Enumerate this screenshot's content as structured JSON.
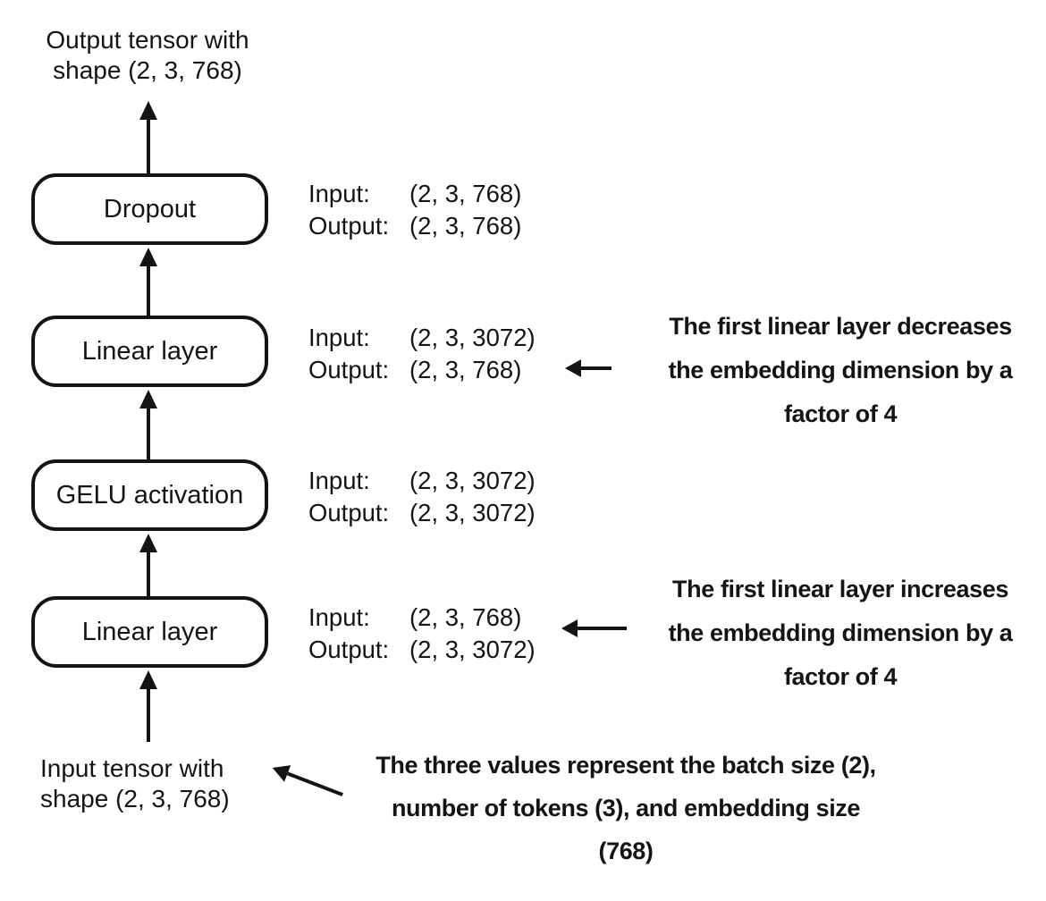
{
  "labels": {
    "output_tensor": [
      "Output tensor with",
      "shape (2, 3, 768)"
    ],
    "input_tensor": [
      "Input tensor with",
      "shape (2, 3, 768)"
    ]
  },
  "io_labels": {
    "input": "Input:",
    "output": "Output:"
  },
  "blocks": [
    {
      "name": "Dropout",
      "input": "(2, 3, 768)",
      "output": "(2, 3, 768)"
    },
    {
      "name": "Linear layer",
      "input": "(2, 3, 3072)",
      "output": "(2, 3, 768)"
    },
    {
      "name": "GELU activation",
      "input": "(2, 3, 3072)",
      "output": "(2, 3, 3072)"
    },
    {
      "name": "Linear layer",
      "input": "(2, 3, 768)",
      "output": "(2, 3, 3072)"
    }
  ],
  "annotations": {
    "decrease": [
      "The first linear layer decreases",
      "the embedding dimension by a",
      "factor of 4"
    ],
    "increase": [
      "The first linear layer increases",
      "the embedding dimension by a",
      "factor of 4"
    ],
    "tensor_shape": [
      "The three values represent the batch size (2),",
      "number of tokens (3), and embedding size",
      "(768)"
    ]
  },
  "colors": {
    "ink": "#141414",
    "background": "#ffffff"
  }
}
